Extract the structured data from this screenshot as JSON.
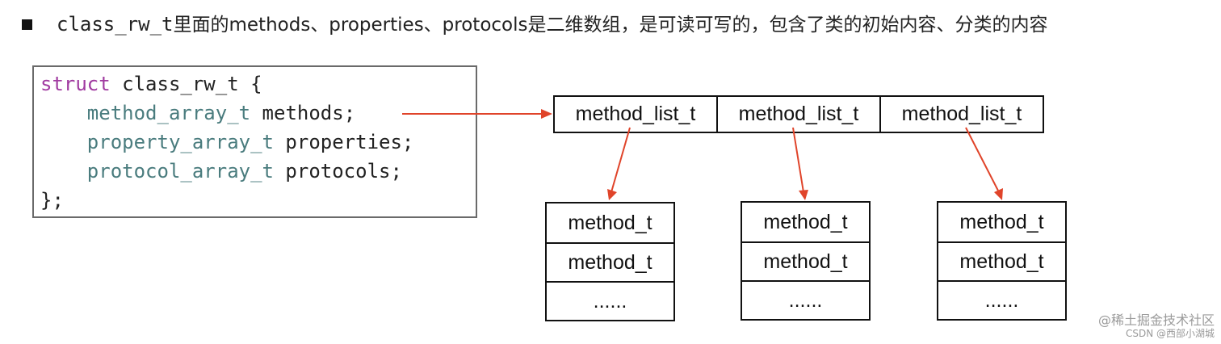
{
  "heading": {
    "code": "class_rw_t",
    "text": "里面的methods、properties、protocols是二维数组，是可读可写的，包含了类的初始内容、分类的内容"
  },
  "code": {
    "line1_kw": "struct",
    "line1_rest": " class_rw_t {",
    "fields": [
      {
        "type": "method_array_t",
        "name": " methods;"
      },
      {
        "type": "property_array_t",
        "name": " properties;"
      },
      {
        "type": "protocol_array_t",
        "name": " protocols;"
      }
    ],
    "closing": "};"
  },
  "method_lists": [
    "method_list_t",
    "method_list_t",
    "method_list_t"
  ],
  "method_columns": [
    [
      "method_t",
      "method_t",
      "......"
    ],
    [
      "method_t",
      "method_t",
      "......"
    ],
    [
      "method_t",
      "method_t",
      "......"
    ]
  ],
  "colors": {
    "arrow": "#e0442a",
    "keyword": "#a03aa0",
    "type": "#4a7c7e"
  },
  "watermark": {
    "line1": "@稀土掘金技术社区",
    "line2": "CSDN @西部小湖城"
  }
}
